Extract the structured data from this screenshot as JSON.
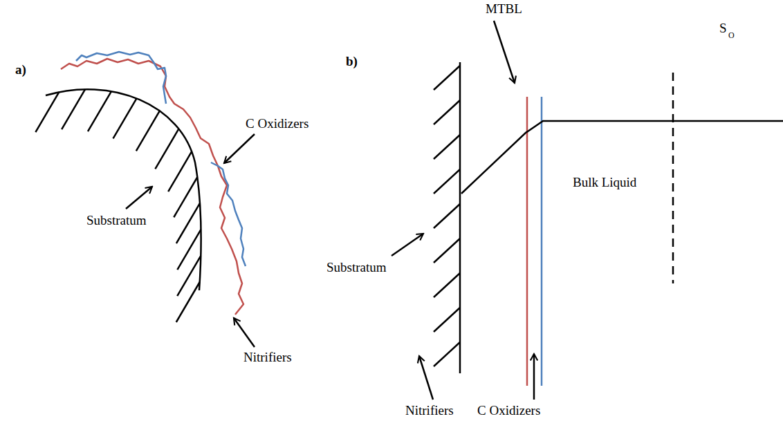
{
  "diagram": {
    "labels": [
      "a)",
      "C Oxidizers",
      "Substratum",
      "Nitrifiers",
      "b)",
      "MTBL",
      "S",
      "O",
      "Bulk Liquid",
      "Substratum",
      "Nitrifiers",
      "C Oxidizers"
    ]
  }
}
